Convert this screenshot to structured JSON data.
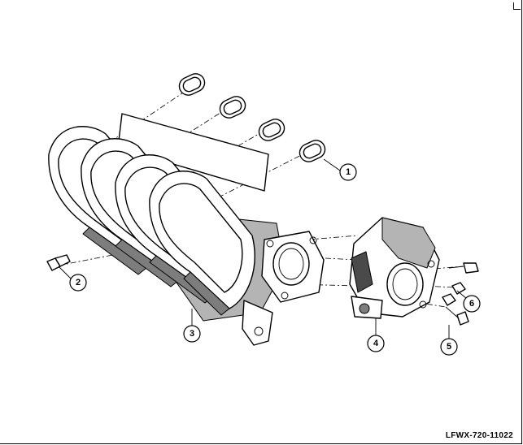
{
  "drawing": {
    "code": "LFWX-720-11022",
    "callouts": [
      "1",
      "2",
      "3",
      "4",
      "5",
      "6"
    ]
  }
}
